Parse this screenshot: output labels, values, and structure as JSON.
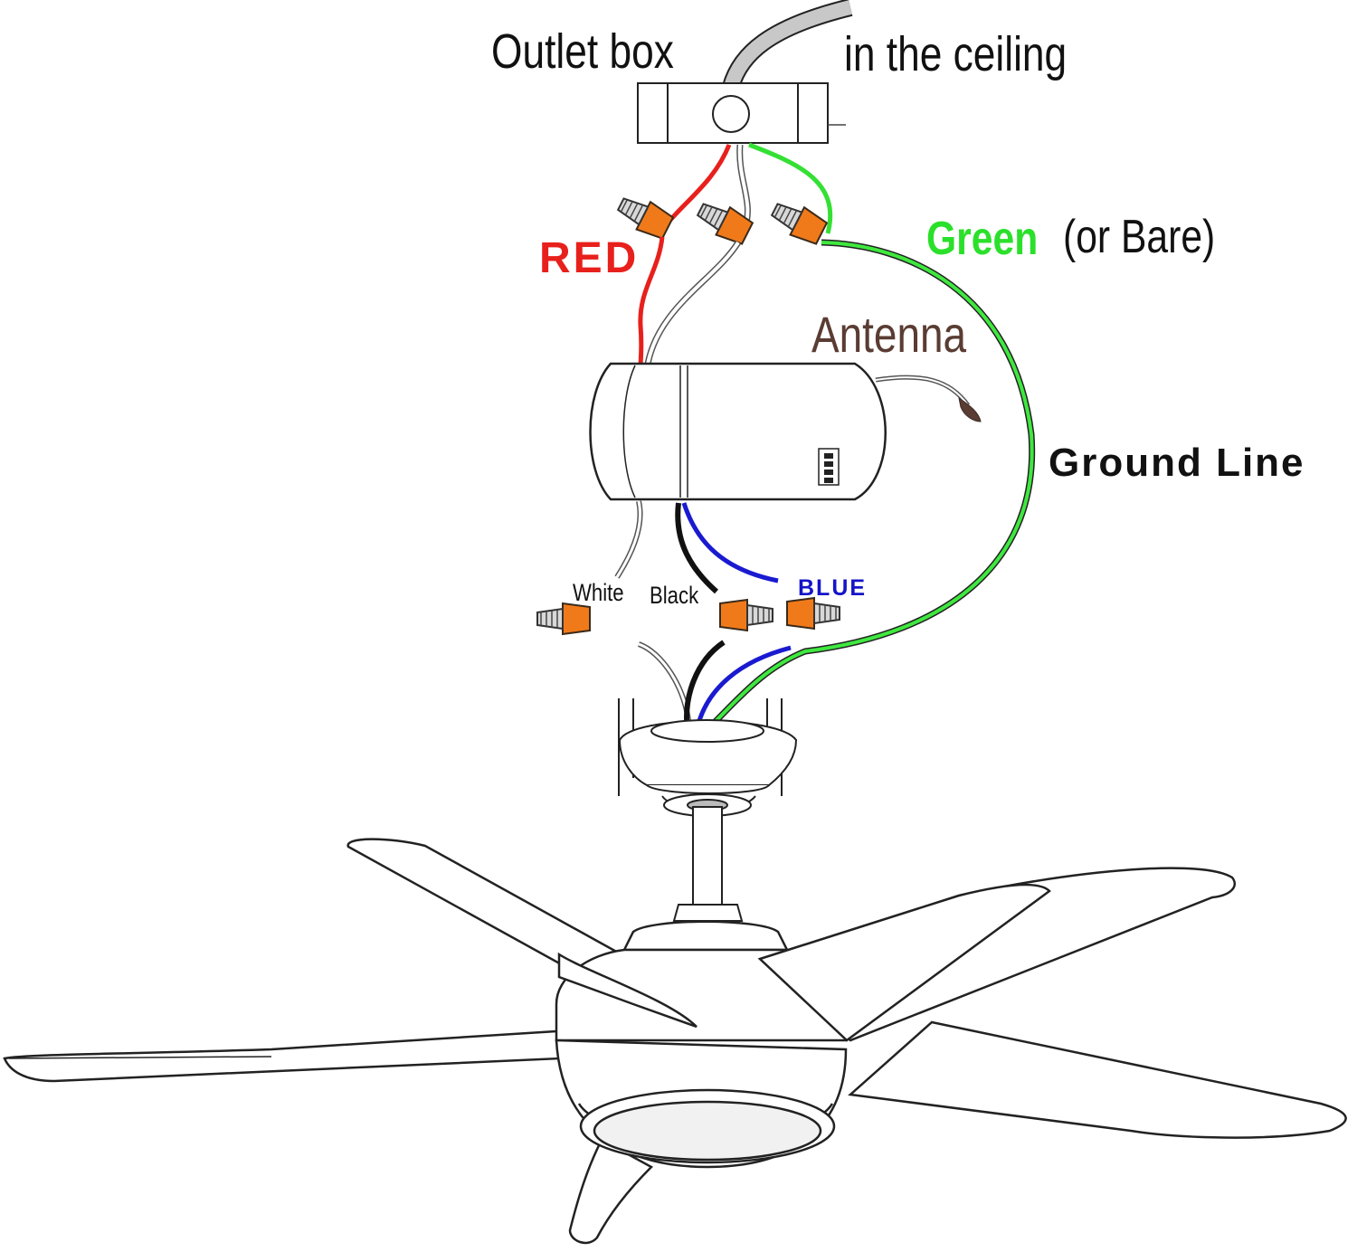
{
  "labels": {
    "outlet_box": "Outlet box",
    "in_ceiling": "in the ceiling",
    "red": "RED",
    "green": "Green",
    "or_bare": "(or Bare)",
    "antenna": "Antenna",
    "ground_line": "Ground Line",
    "white": "White",
    "black": "Black",
    "blue": "BLUE"
  },
  "colors": {
    "red_wire": "#e8201c",
    "green_wire": "#33e033",
    "blue_wire": "#1a1ad0",
    "black_wire": "#111111",
    "connector": "#f07a1a",
    "antenna_text": "#5a3c33",
    "blue_text": "#1414c8",
    "red_text": "#e8201c",
    "green_text": "#2be02b"
  }
}
